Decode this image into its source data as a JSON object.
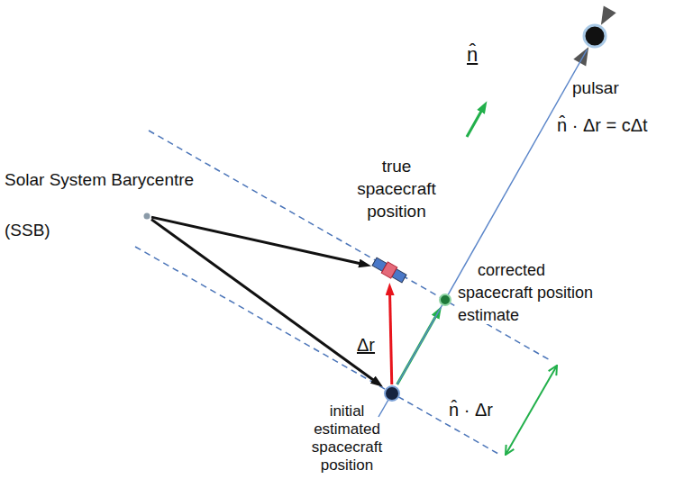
{
  "diagram": {
    "nodes": [
      {
        "text": [
          "Solar System Barycentre (SSB)"
        ]
      },
      {
        "text": [
          "true spacecraft position"
        ]
      },
      {
        "text": [
          "initial estimated spacecraft position"
        ]
      },
      {
        "text": [
          "corrected spacecraft position estimate"
        ]
      },
      {
        "text": [
          "pulsar"
        ]
      }
    ],
    "edges": [
      {
        "from": 0,
        "to": 1,
        "arrow": "to"
      },
      {
        "from": 0,
        "to": 2,
        "arrow": "to"
      },
      {
        "from": 2,
        "to": 1,
        "arrow": "to",
        "label": "Δr"
      },
      {
        "from": 2,
        "to": 3,
        "arrow": "to"
      },
      {
        "from": 2,
        "to": 4,
        "arrow": "none"
      }
    ],
    "labels": [
      "n̂",
      "n̂ · Δr = cΔt",
      "n̂ · Δr"
    ]
  }
}
